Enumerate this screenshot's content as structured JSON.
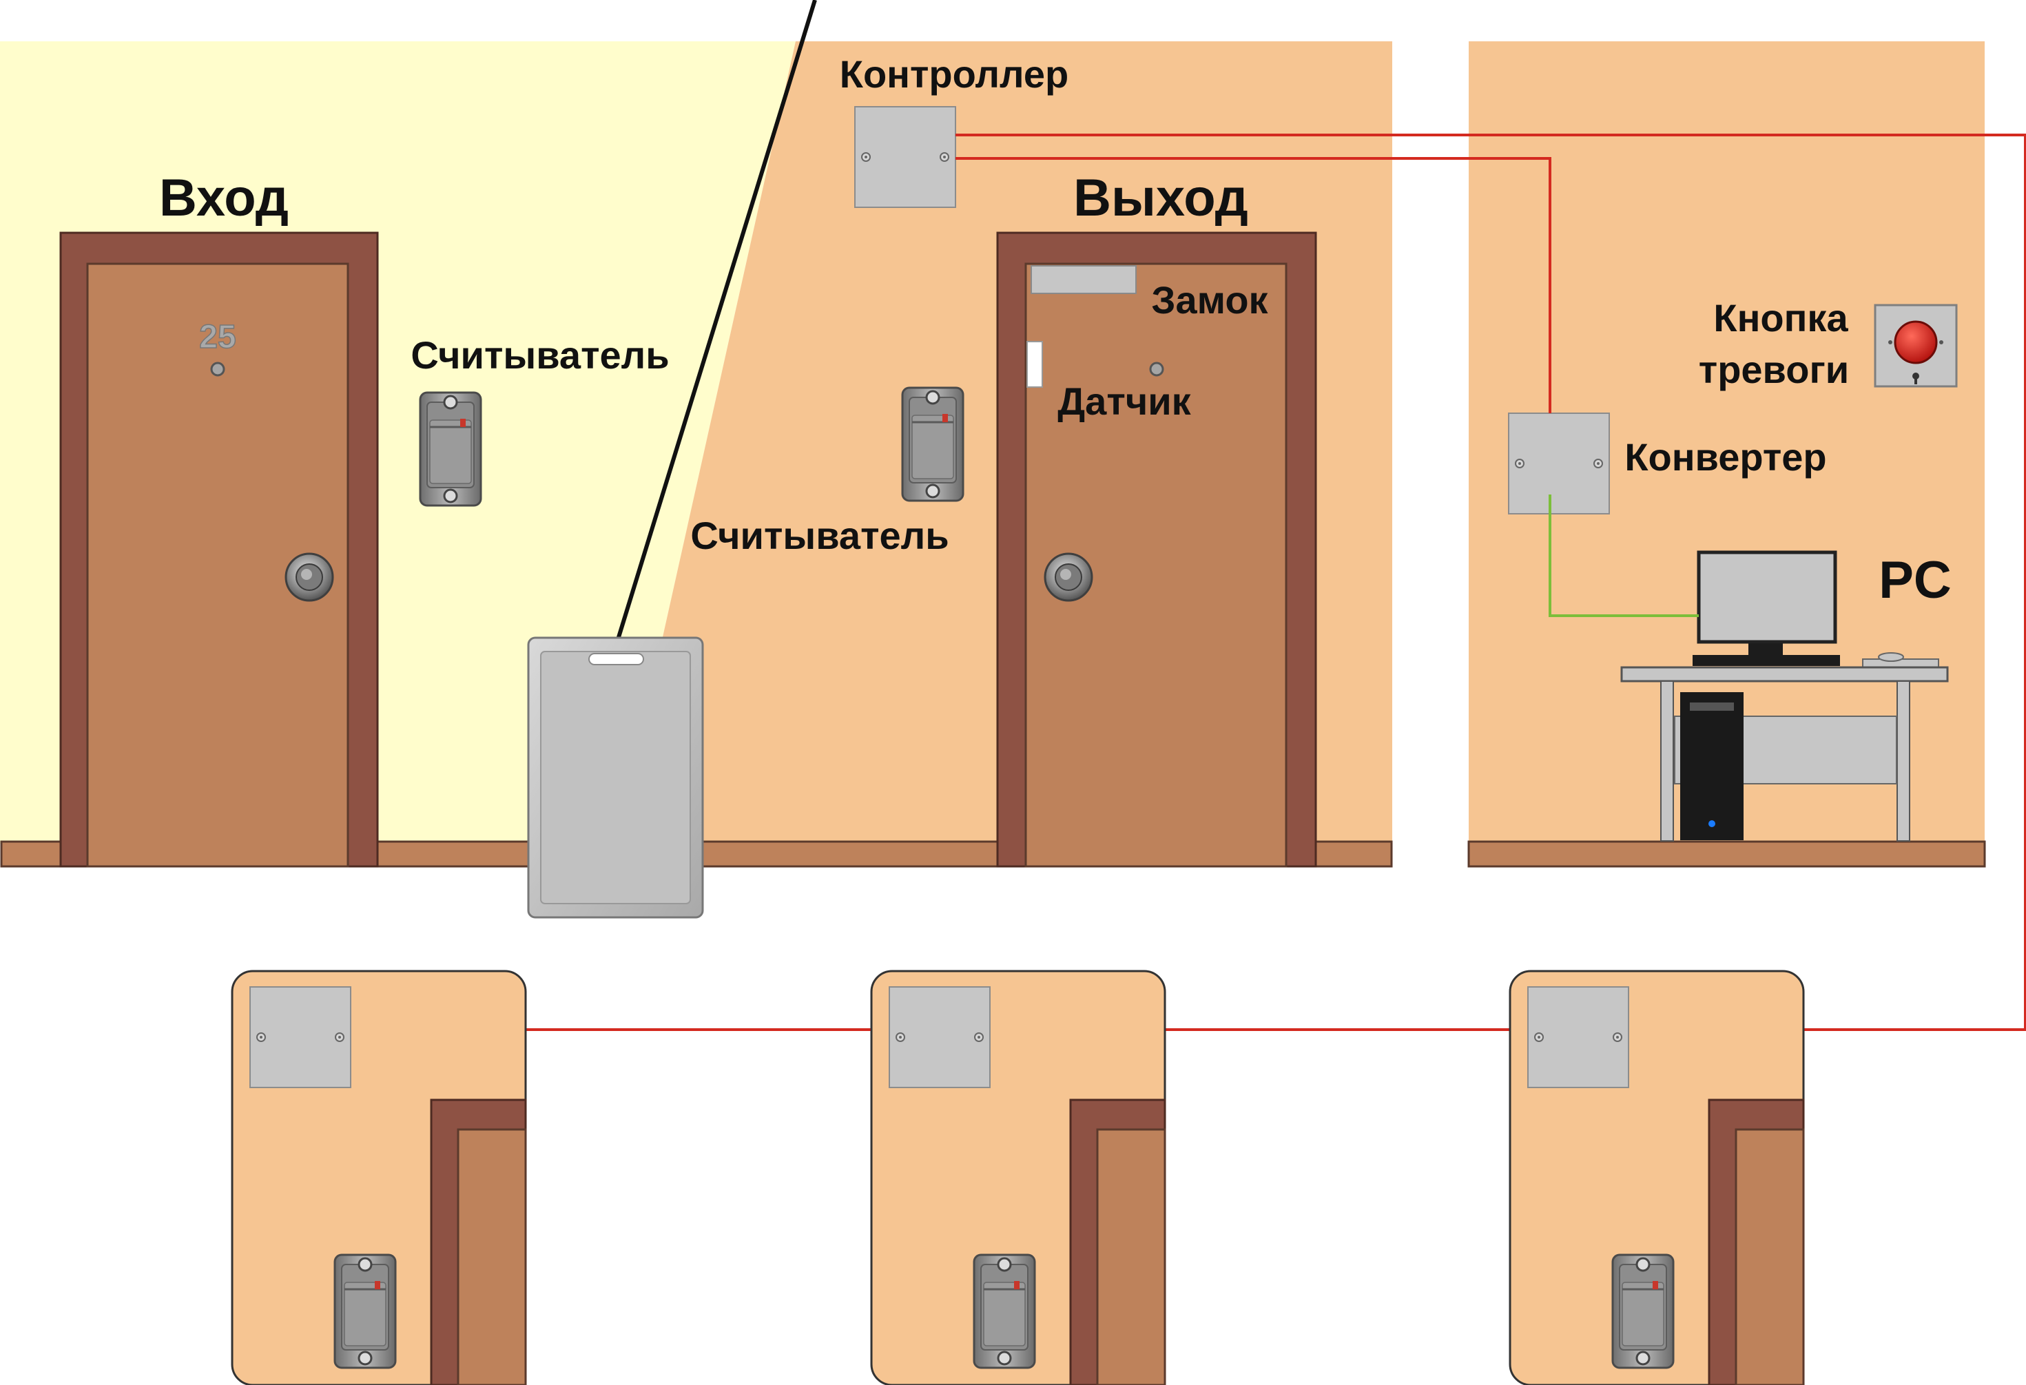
{
  "labels": {
    "entrance": "Вход",
    "exit": "Выход",
    "reader_left": "Считыватель",
    "reader_center": "Считыватель",
    "controller": "Контроллер",
    "lock": "Замок",
    "sensor": "Датчик",
    "alarm_button_line1": "Кнопка",
    "alarm_button_line2": "тревоги",
    "converter": "Конвертер",
    "pc": "PC",
    "door_number": "25"
  },
  "colors": {
    "wall_left": "#FFFDCC",
    "wall_orange": "#F6C592",
    "door_frame": "#8E5244",
    "door_leaf": "#BE825B",
    "device_gray": "#C6C6C6",
    "wire_network": "#D42A20",
    "wire_usb": "#7CBE3A",
    "alarm_red": "#E0231C"
  },
  "icons": {
    "card_reader": "card-reader-icon",
    "access_card": "access-card-icon",
    "controller_box": "controller-box-icon",
    "converter_box": "converter-box-icon",
    "alarm_button": "alarm-button-icon",
    "computer": "computer-icon",
    "door_handle": "door-knob-icon",
    "electric_lock": "electric-lock-icon",
    "door_sensor": "door-sensor-icon"
  }
}
